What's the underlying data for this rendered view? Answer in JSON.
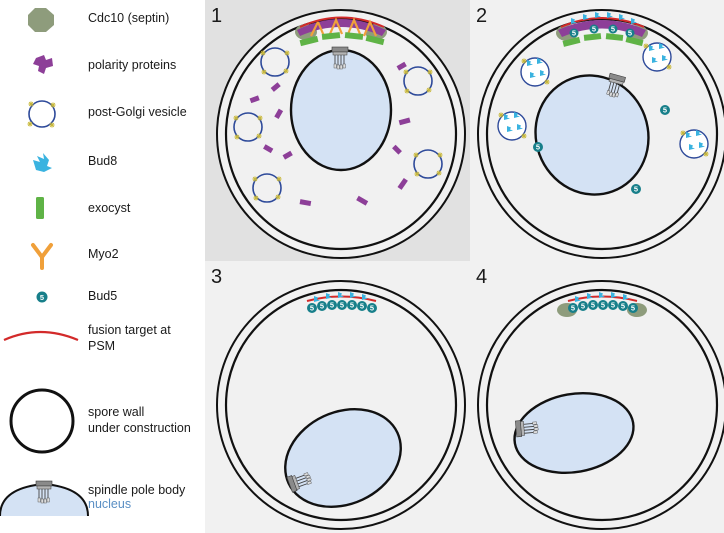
{
  "legend": {
    "cdc10": "Cdc10 (septin)",
    "polarity": "polarity proteins",
    "vesicle": "post-Golgi vesicle",
    "bud8": "Bud8",
    "exocyst": "exocyst",
    "myo2": "Myo2",
    "bud5": "Bud5",
    "fusion_line1": "fusion target at",
    "fusion_line2": "PSM",
    "wall_line1": "spore wall",
    "wall_line2": "under construction",
    "spb": "spindle pole body",
    "nucleus": "nucleus"
  },
  "panels": {
    "p1": "1",
    "p2": "2",
    "p3": "3",
    "p4": "4"
  },
  "bud5_glyph": "5",
  "colors": {
    "septin": "#8e9c7c",
    "polarity": "#8d3f98",
    "vesicle": "#2e4a9a",
    "bud8": "#3ab3e0",
    "exocyst": "#5fb346",
    "myo2": "#f0a03a",
    "bud5": "#177f8a",
    "fusion": "#d32a2a",
    "nucleus_fill": "#d4e2f4",
    "panel1_bg": "#e1e1e1",
    "panel_bg": "#f1f1f1"
  }
}
